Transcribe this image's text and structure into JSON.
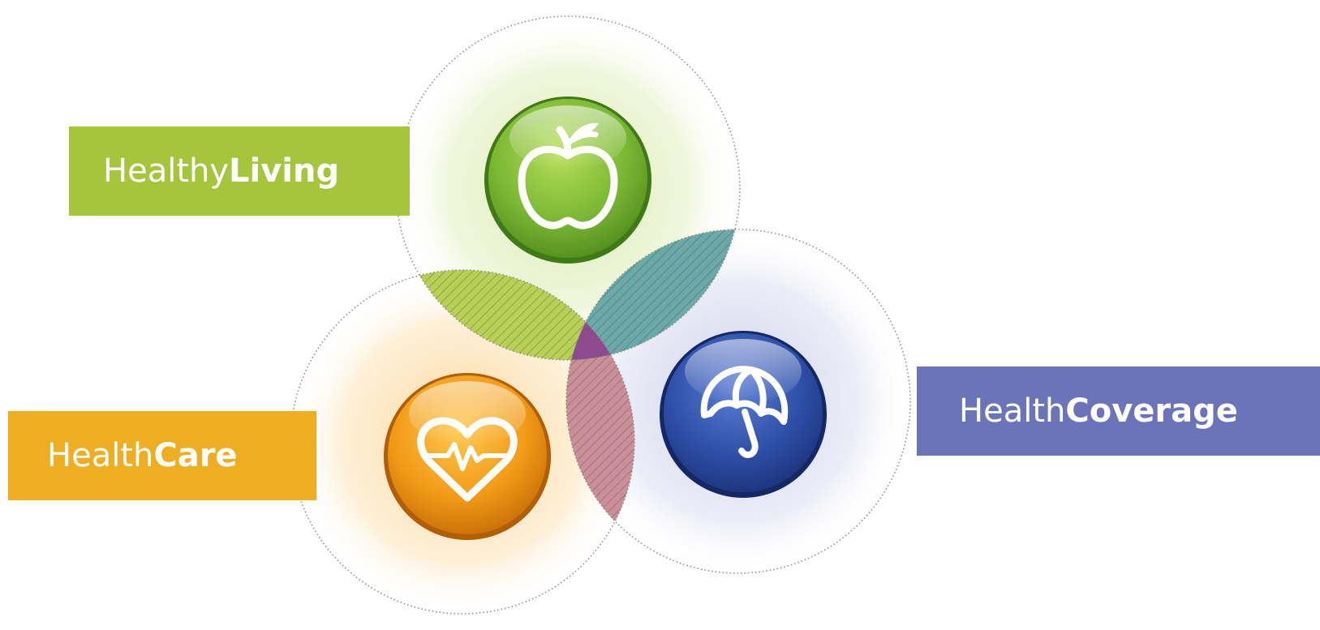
{
  "colors": {
    "living": "#a5c63b",
    "care": "#efae22",
    "coverage": "#6b74b9",
    "overlap_center": "#8d4a8c"
  },
  "labels": {
    "living": {
      "light": "Healthy",
      "bold": "Living"
    },
    "care": {
      "light": "Health",
      "bold": "Care"
    },
    "coverage": {
      "light": "Health",
      "bold": "Coverage"
    }
  },
  "icons": {
    "living": "apple-icon",
    "care": "heart-pulse-icon",
    "coverage": "umbrella-icon"
  }
}
